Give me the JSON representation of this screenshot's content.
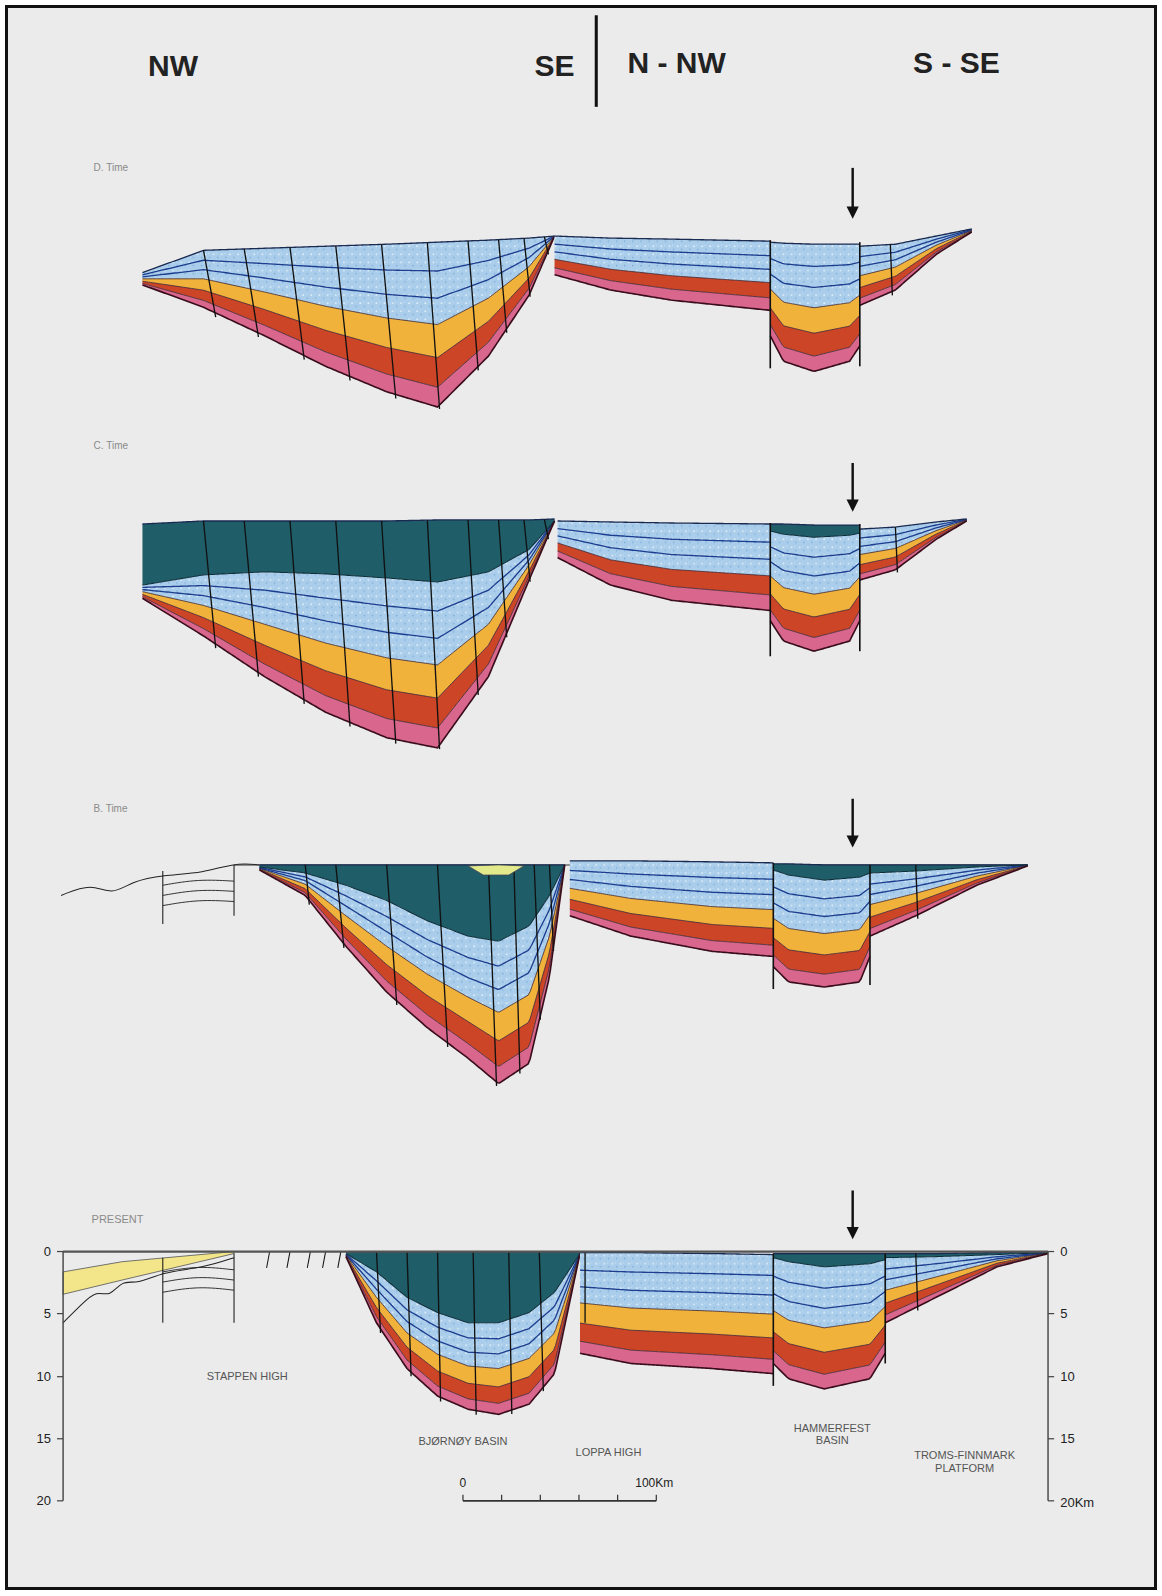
{
  "diagram": {
    "labels": [
      "NW",
      "SE",
      "N - NW",
      "S - SE",
      "D. Time",
      "C. Time",
      "B. Time",
      "PRESENT",
      "0",
      "5",
      "10",
      "15",
      "20",
      "0",
      "5",
      "10",
      "15",
      "20Km",
      "STAPPEN HIGH",
      "BJØRNØY BASIN",
      "LOPPA HIGH",
      "HAMMERFEST BASIN",
      "TROMS-FINNMARK PLATFORM",
      "0",
      "100Km"
    ]
  }
}
